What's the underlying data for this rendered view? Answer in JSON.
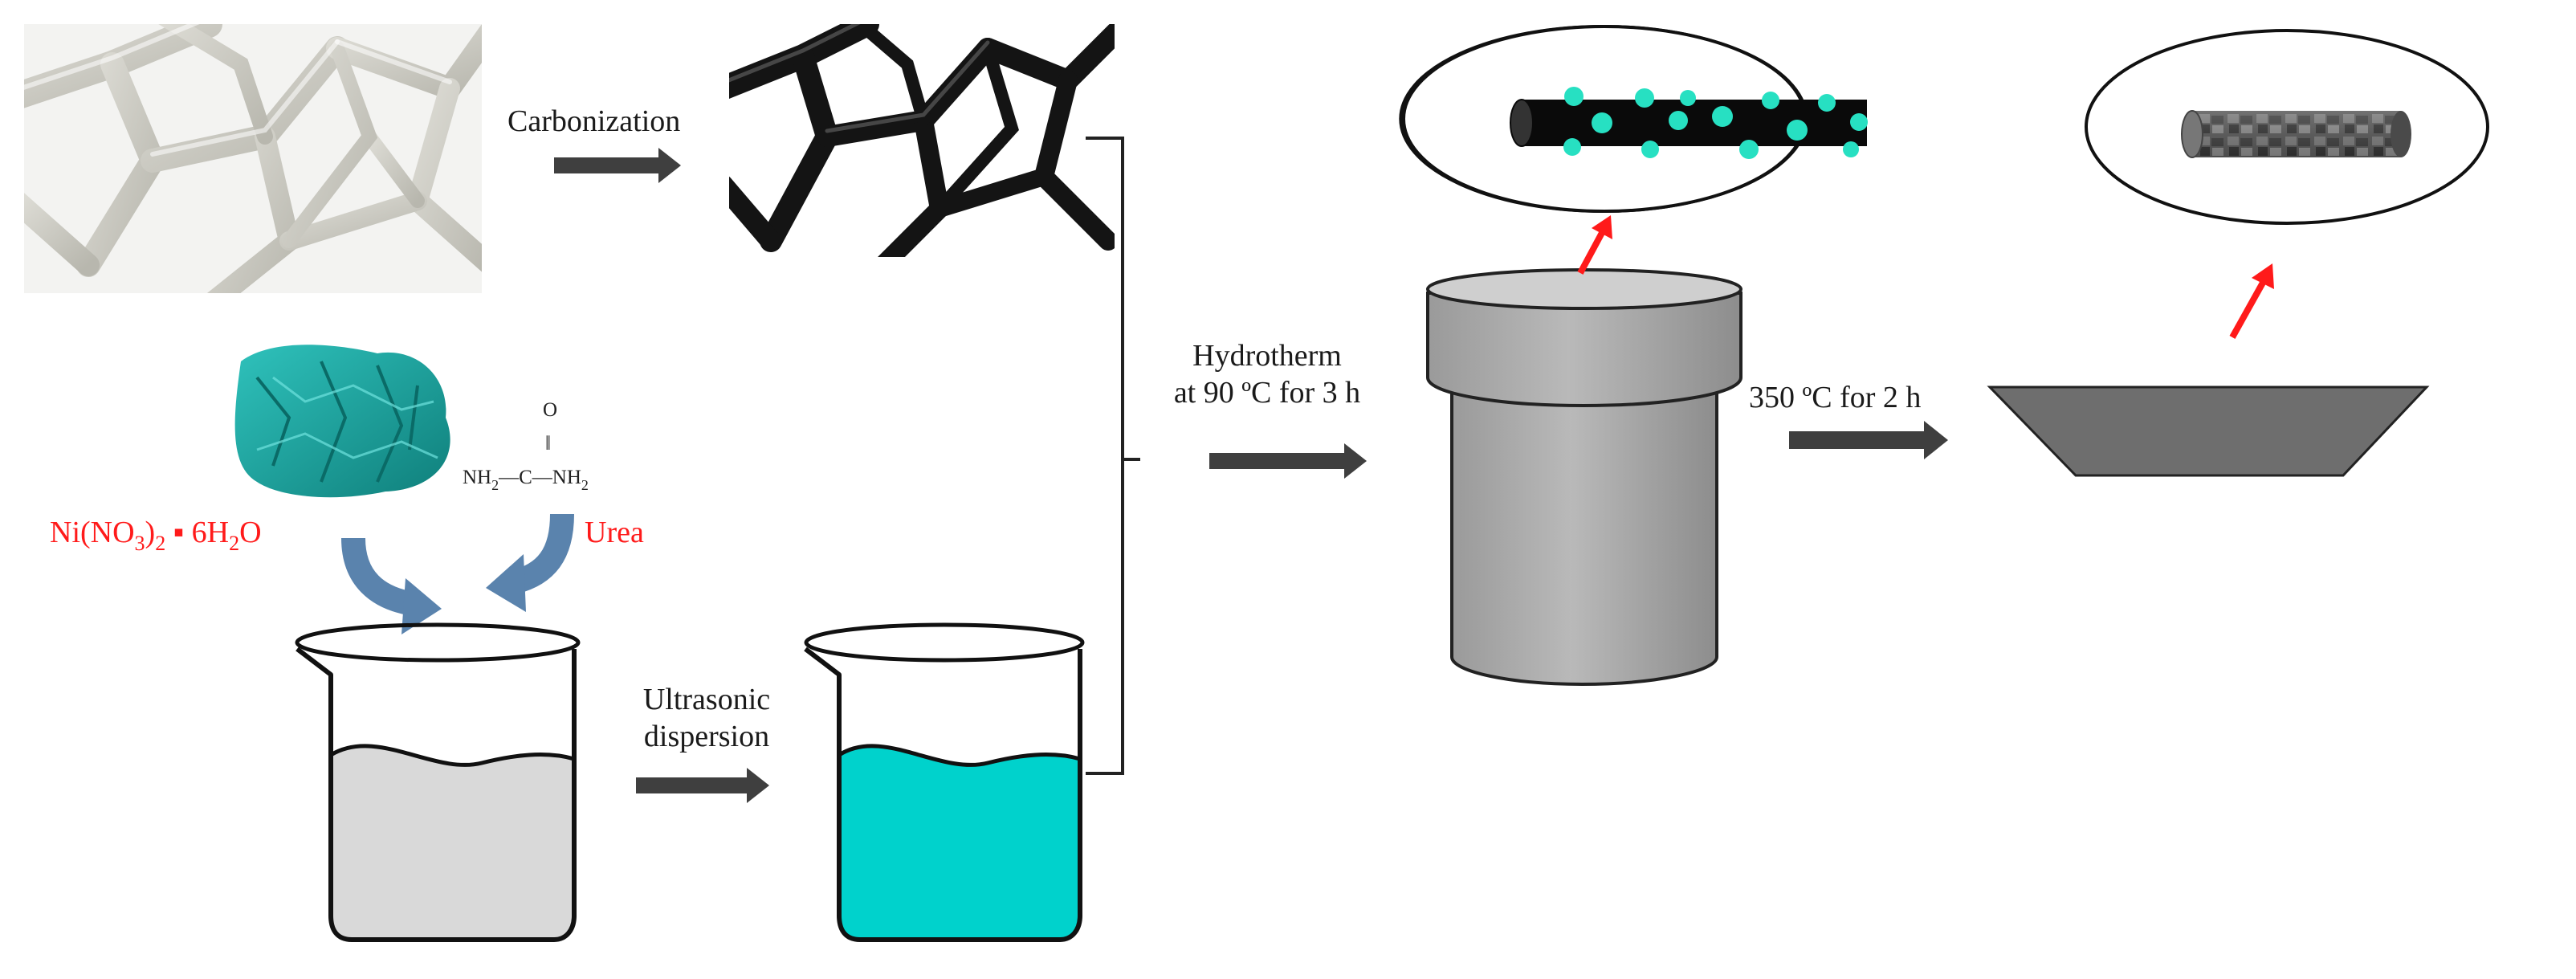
{
  "steps": {
    "carbonization": "Carbonization",
    "hydrotherm": [
      "Hydrotherm",
      "at 90  ºC for 3 h"
    ],
    "annealing": "350 ºC for 2 h",
    "ultrasonic": [
      "Ultrasonic",
      "dispersion"
    ]
  },
  "reagents": {
    "nickel_nitrate": {
      "prefix": "Ni(NO",
      "sub1": "3",
      "mid": ")",
      "sub2": "2",
      "sep": " ▪ 6H",
      "sub3": "2",
      "suffix": "O"
    },
    "urea": "Urea"
  },
  "urea_structure": {
    "o": "O",
    "eq": "‖",
    "left": "NH",
    "left_sub": "2",
    "bond": "—C—",
    "right": "NH",
    "right_sub": "2"
  },
  "colors": {
    "foam": "#c9c8c0",
    "carbon": "#111111",
    "solution": "#00d2cc",
    "solution_initial": "#d9d9d9",
    "arrow": "#3f3f3f",
    "red_arrow": "#ff1a1a",
    "autoclave": "#a8a8a8",
    "crucible": "#6e6e6e",
    "nickel_crystal": "#18a5a0",
    "red_text": "#ff1a1a"
  },
  "icons": [
    "nickel-foam-image",
    "carbon-foam-image",
    "nickel-nitrate-crystal-image",
    "beaker-icon",
    "autoclave-icon",
    "crucible-icon",
    "nanowire-icon"
  ]
}
